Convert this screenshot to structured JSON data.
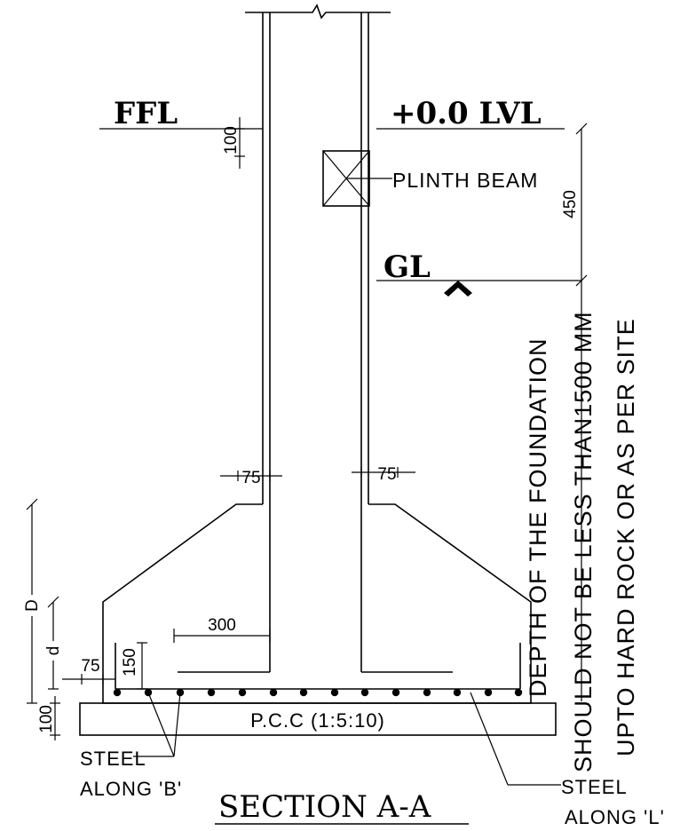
{
  "title": "SECTION A-A",
  "levels": {
    "ffl": "FFL",
    "plus_zero": "+0.0 LVL",
    "gl": "GL"
  },
  "labels": {
    "plinth_beam": "PLINTH BEAM",
    "pcc": "P.C.C (1:5:10)",
    "steel_b_line1": "STEEL",
    "steel_b_line2": "ALONG 'B'",
    "steel_l_line1": "STEEL",
    "steel_l_line2": "ALONG 'L'"
  },
  "dimensions": {
    "d100_top": "100",
    "d450": "450",
    "d75_left": "75",
    "d75_right": "75",
    "d300": "300",
    "d150": "150",
    "d75_edge": "75",
    "d100_bottom": "100",
    "big_d": "D",
    "small_d": "d"
  },
  "notes": {
    "line1": "DEPTH OF THE FOUNDATION",
    "line2": "SHOULD NOT BE LESS THAN1500 MM",
    "line3": "UPTO HARD ROCK OR AS PER SITE"
  },
  "colors": {
    "ink": "#000000",
    "background": "#ffffff"
  }
}
